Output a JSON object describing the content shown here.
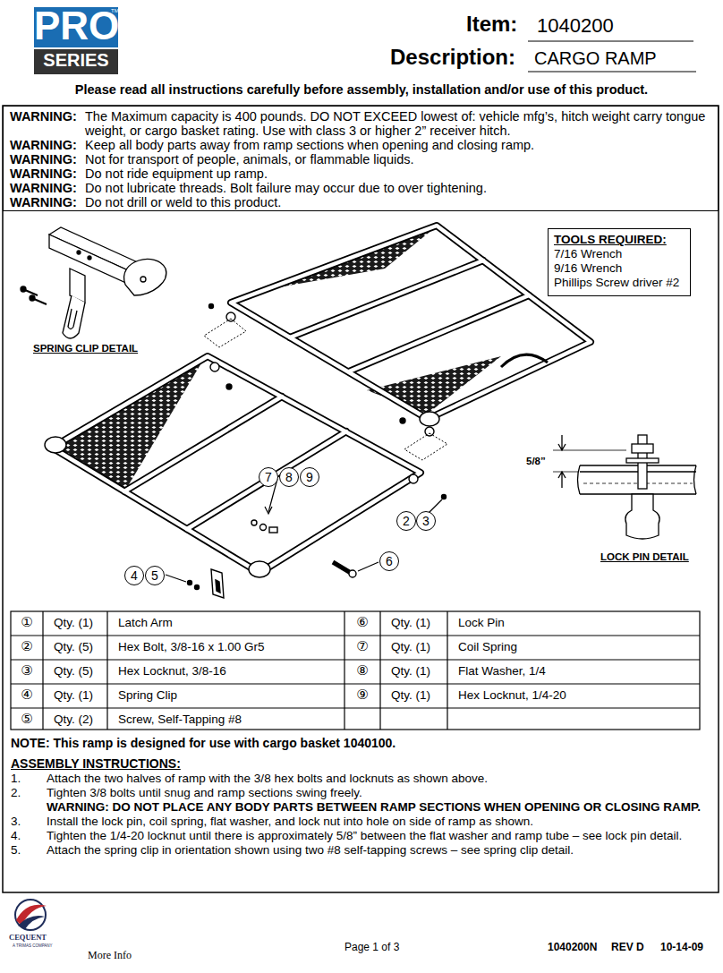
{
  "diagram": {
    "nodes": [
      {
        "text": [
          "WARNING:",
          "The Maximum capacity is 400 pounds. DO NOT EXCEED lowest of: vehicle mfg’s, hitch weight carry tongue weight, or cargo basket rating.  Use with class 3 or higher 2” receiver hitch.",
          "WARNING:",
          "Keep all body parts away from ramp sections when opening and closing ramp.",
          "WARNING:",
          "Not for transport of people, animals, or flammable liquids.",
          "WARNING:",
          "Do not ride equipment up ramp.",
          "WARNING:",
          "Do not lubricate threads.  Bolt failure may occur due to over tightening.",
          "WARNING:",
          "Do not drill or weld to this product."
        ]
      },
      {
        "text": [
          "TOOLS REQUIRED:",
          "7/16 Wrench",
          "9/16 Wrench",
          "Phillips Screw driver #2"
        ]
      },
      {
        "text": [
          "7"
        ]
      },
      {
        "text": [
          "8"
        ]
      },
      {
        "text": [
          "9"
        ]
      },
      {
        "text": [
          "2"
        ]
      },
      {
        "text": [
          "3"
        ]
      },
      {
        "text": [
          "6"
        ]
      },
      {
        "text": [
          "4"
        ]
      },
      {
        "text": [
          "5"
        ]
      }
    ],
    "labels": [
      "PRO",
      "TM",
      "SERIES",
      "Item:",
      "1040200",
      "Description:",
      "CARGO RAMP",
      "Please read all instructions carefully before assembly, installation and/or use of this product.",
      "SPRING CLIP DETAIL",
      "5/8”",
      "LOCK PIN DETAIL",
      "①",
      "Qty. (1)",
      "Latch Arm",
      "⑥",
      "Qty. (1)",
      "Lock Pin",
      "②",
      "Qty. (5)",
      "Hex Bolt, 3/8-16 x 1.00 Gr5",
      "⑦",
      "Qty. (1)",
      "Coil Spring",
      "③",
      "Qty. (5)",
      "Hex Locknut, 3/8-16",
      "⑧",
      "Qty. (1)",
      "Flat Washer, 1/4",
      "④",
      "Qty. (1)",
      "Spring Clip",
      "⑨",
      "Qty. (1)",
      "Hex Locknut, 1/4-20",
      "⑤",
      "Qty. (2)",
      "Screw, Self-Tapping #8",
      "NOTE:  This ramp is designed for use with cargo basket 1040100.",
      "ASSEMBLY INSTRUCTIONS:",
      "1.",
      "Attach the two halves of ramp with the 3/8 hex bolts and locknuts as shown above.",
      "2.",
      "Tighten 3/8 bolts until snug and ramp sections swing freely.",
      "WARNING: DO NOT PLACE ANY BODY PARTS BETWEEN RAMP SECTIONS WHEN OPENING OR CLOSING RAMP.",
      "3.",
      "Install the lock pin, coil spring, flat washer, and lock nut into hole on side of ramp as shown.",
      "4.",
      "Tighten the 1/4-20 locknut until there is approximately 5/8” between the flat washer and ramp tube – see lock pin detail.",
      "5.",
      "Attach the spring clip in orientation shown using two #8 self-tapping screws – see spring clip detail.",
      "CEQUENT",
      "A TRIMAS COMPANY",
      "More Info",
      "Page 1 of 3",
      "1040200N",
      "REV D",
      "10-14-09"
    ]
  }
}
